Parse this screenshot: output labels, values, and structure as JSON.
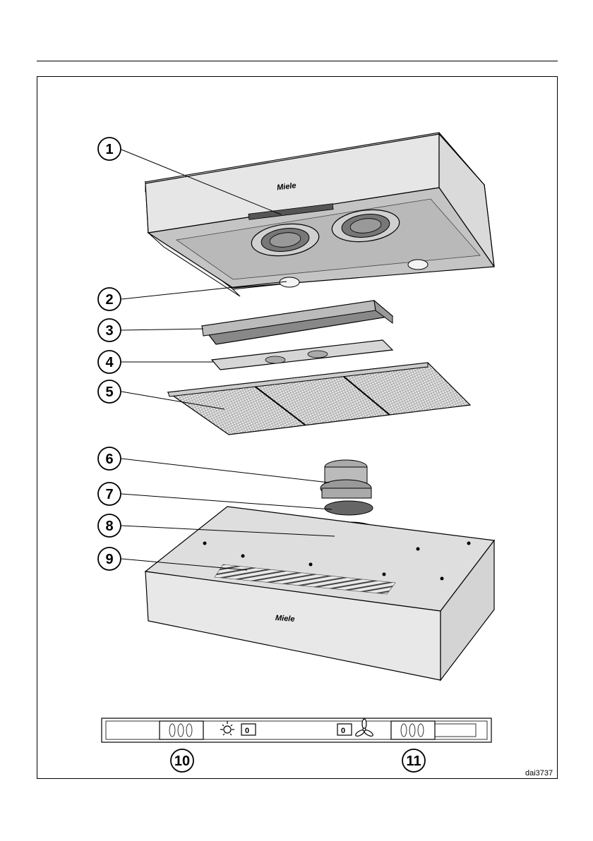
{
  "brand": "Miele",
  "image_code": "dai3737",
  "callouts": [
    "1",
    "2",
    "3",
    "4",
    "5",
    "6",
    "7",
    "8",
    "9",
    "10",
    "11"
  ],
  "control_panel": {
    "light_level": "0",
    "fan_level": "0",
    "light_icon": "light-bulb-icon",
    "fan_icon": "fan-icon"
  }
}
